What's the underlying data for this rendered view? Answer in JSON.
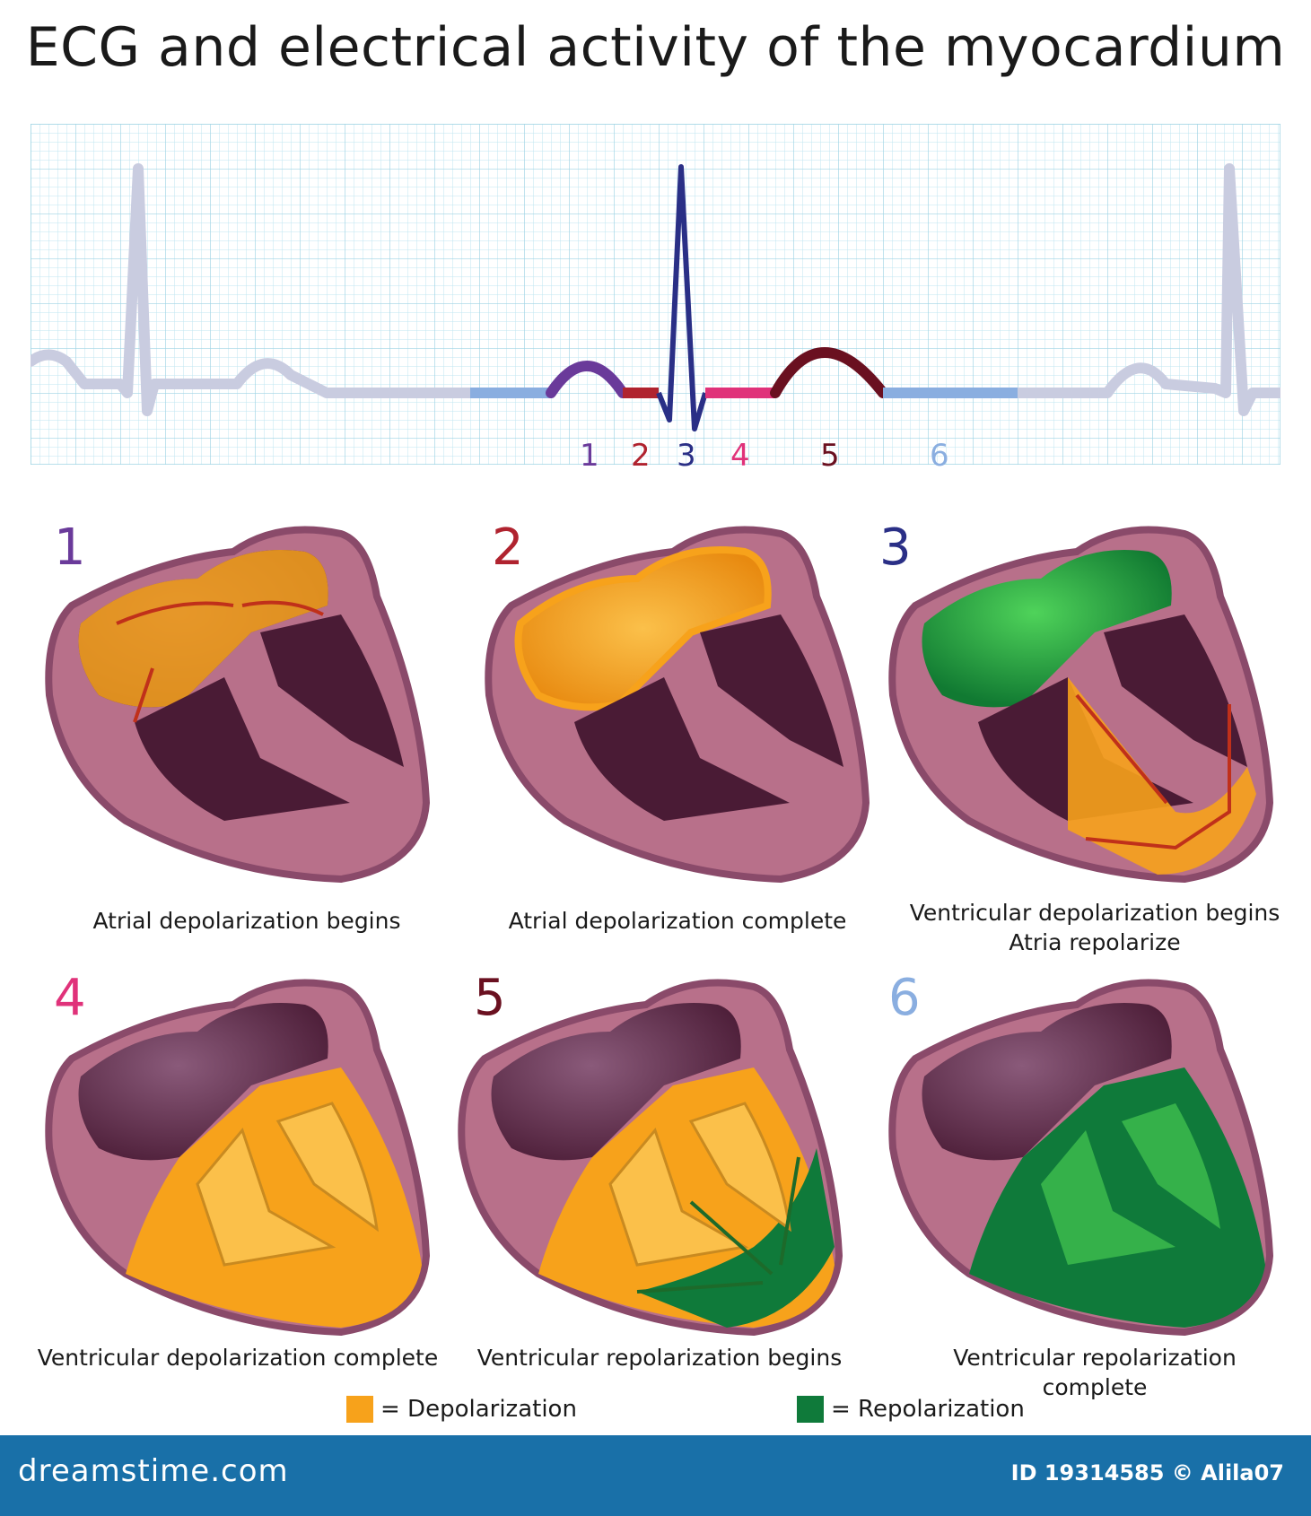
{
  "title": "ECG and electrical activity of the myocardium",
  "colors": {
    "depolarization": "#f7a21b",
    "repolarization": "#0f7a3a",
    "heart_tissue": "#b8708a",
    "chamber_dark": "#4a1b35",
    "stage1": "#6a3a9a",
    "stage2": "#b0232f",
    "stage3": "#2a2f86",
    "stage4": "#e0327a",
    "stage5": "#6a1020",
    "stage6": "#8aaee0"
  },
  "ecg_labels": [
    "1",
    "2",
    "3",
    "4",
    "5",
    "6"
  ],
  "panels": [
    {
      "number": "1",
      "caption": "Atrial depolarization begins",
      "icon": "heart-atria-depolarizing-icon"
    },
    {
      "number": "2",
      "caption": "Atrial depolarization complete",
      "icon": "heart-atria-depolarized-icon"
    },
    {
      "number": "3",
      "caption": "Ventricular depolarization begins\nAtria repolarize",
      "icon": "heart-ventricles-depolarizing-icon"
    },
    {
      "number": "4",
      "caption": "Ventricular depolarization complete",
      "icon": "heart-ventricles-depolarized-icon"
    },
    {
      "number": "5",
      "caption": "Ventricular repolarization begins",
      "icon": "heart-ventricles-repolarizing-icon"
    },
    {
      "number": "6",
      "caption": "Ventricular repolarization complete",
      "icon": "heart-ventricles-repolarized-icon"
    }
  ],
  "legend": {
    "depolarization": "= Depolarization",
    "repolarization": "= Repolarization"
  },
  "footer": {
    "logo": "dreamstime.com",
    "id": "ID 19314585 © Alila07"
  }
}
